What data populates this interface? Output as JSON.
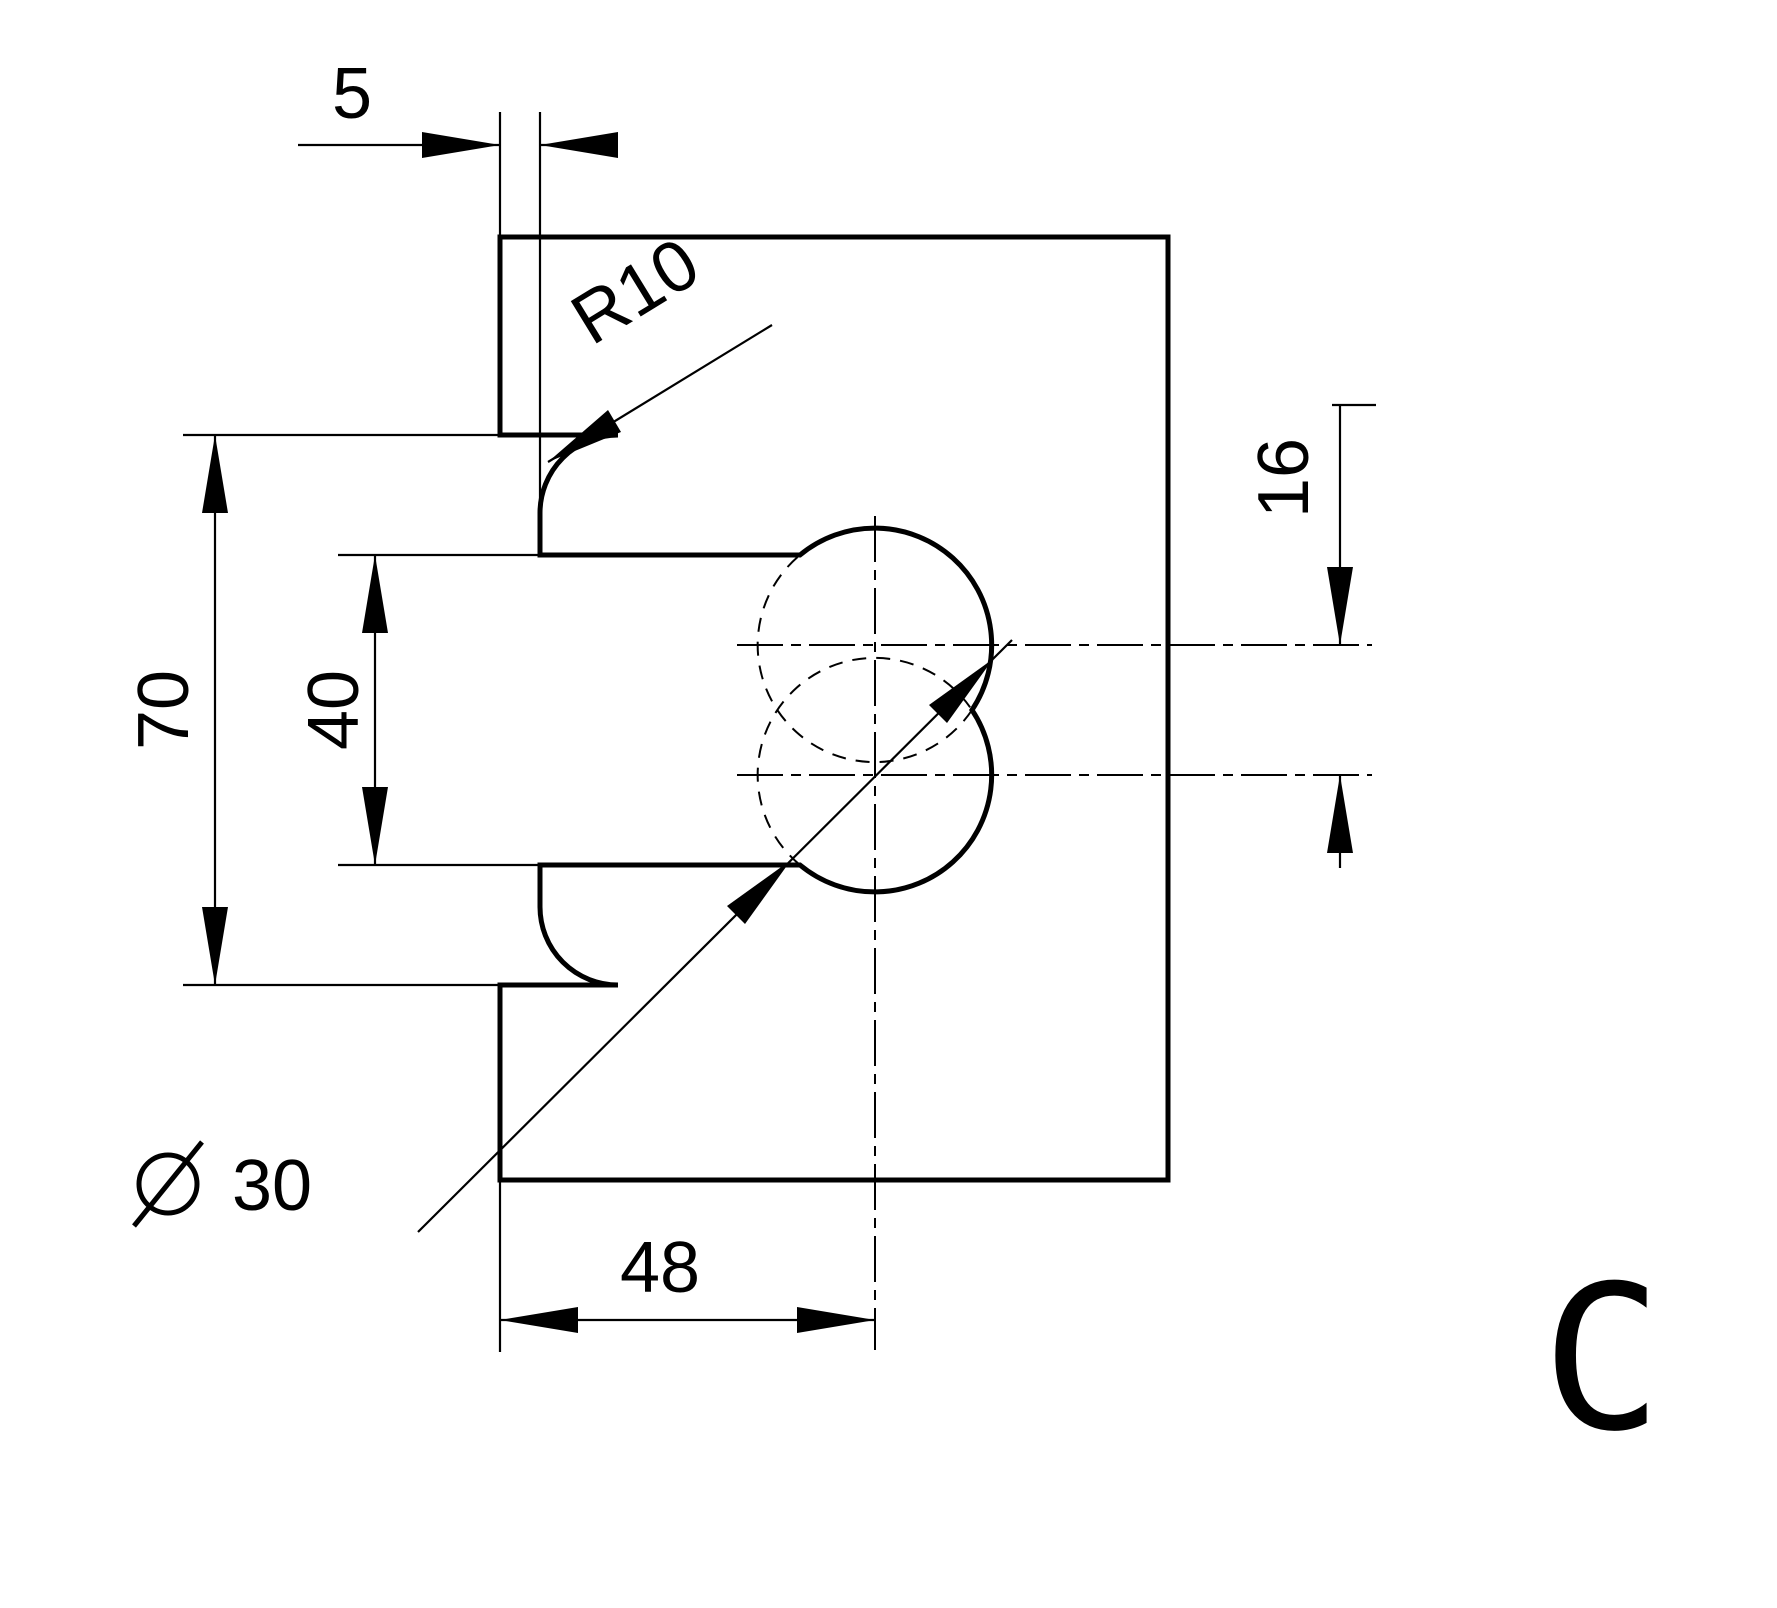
{
  "drawing": {
    "background": "#ffffff",
    "glass": {
      "fill_top": "#eaf5fc",
      "fill_bottom": "#c2e1f3",
      "outline_color": "#000000"
    },
    "labels": {
      "edge_offset": "5",
      "corner_radius": "R10",
      "notch_height": "70",
      "slot_height": "40",
      "center_spacing": "16",
      "center_depth": "48",
      "hole_diameter": "30",
      "cutout_type": "C"
    }
  }
}
